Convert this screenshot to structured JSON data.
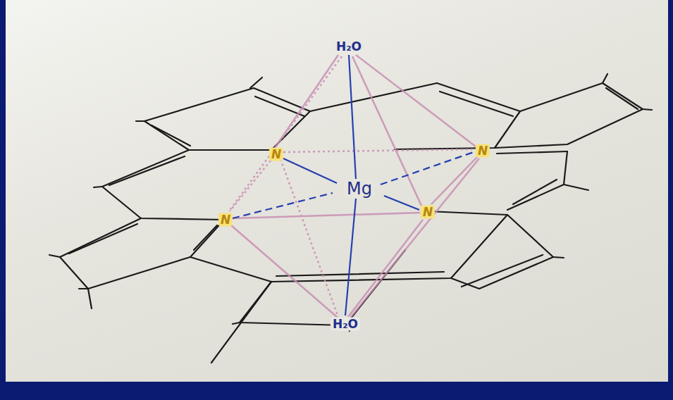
{
  "diagram": {
    "labels": [
      "H₂O",
      "N",
      "N",
      "Mg",
      "N",
      "N",
      "H₂O"
    ]
  }
}
